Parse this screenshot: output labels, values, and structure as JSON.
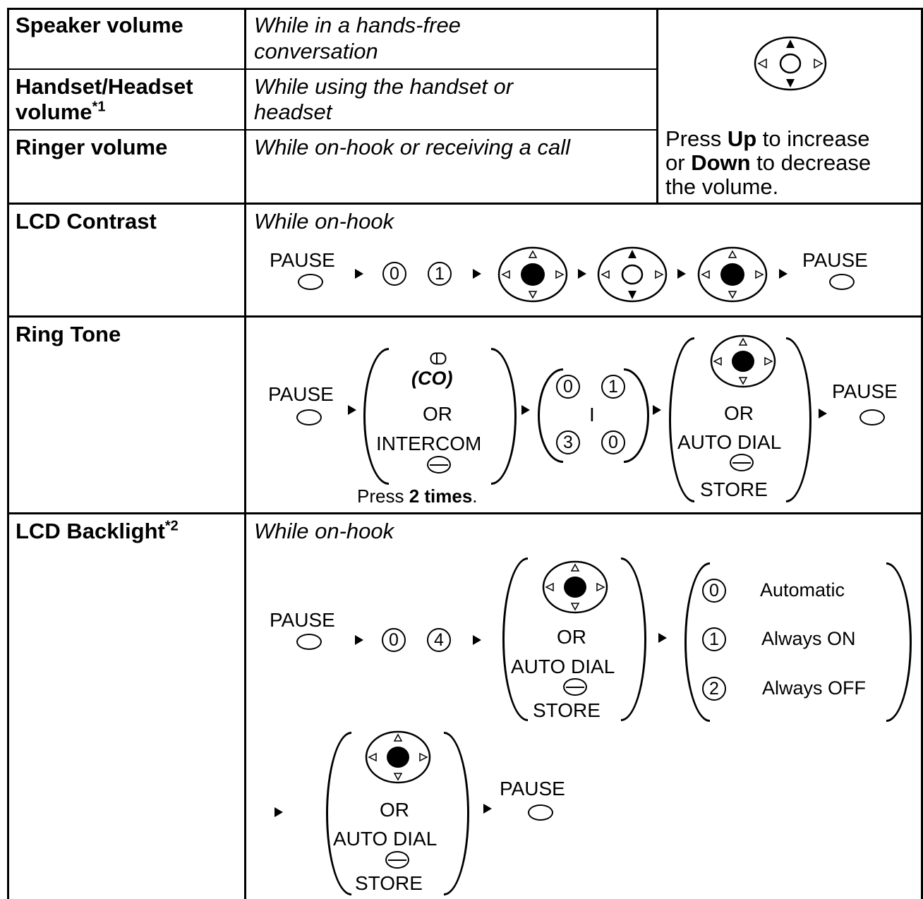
{
  "rows": {
    "speaker": {
      "label": "Speaker volume",
      "cond_line1": "While in a hands-free",
      "cond_line2": "conversation"
    },
    "handset": {
      "label_line1": "Handset/Headset",
      "label_line2": "volume",
      "note": "*1",
      "cond_line1": "While using the handset or",
      "cond_line2": "headset"
    },
    "ringer": {
      "label": "Ringer volume",
      "cond": "While on-hook or receiving a call"
    },
    "volume_instruction": {
      "line1_pre": "Press ",
      "line1_bold": "Up",
      "line1_post": " to increase",
      "line2_pre": "or ",
      "line2_bold": "Down",
      "line2_post": " to decrease",
      "line3": "the volume."
    },
    "contrast": {
      "label": "LCD Contrast",
      "cond": "While on-hook"
    },
    "ringtone": {
      "label": "Ring Tone",
      "co_label": "(CO)",
      "press_pre": "Press ",
      "press_bold": "2 times",
      "press_post": "."
    },
    "backlight": {
      "label": "LCD Backlight",
      "note": "*2",
      "cond": "While on-hook",
      "options": [
        {
          "key": "0",
          "label": "Automatic"
        },
        {
          "key": "1",
          "label": "Always ON"
        },
        {
          "key": "2",
          "label": "Always OFF"
        }
      ]
    }
  },
  "keys": {
    "pause": "PAUSE",
    "or": "OR",
    "intercom": "INTERCOM",
    "auto_dial": "AUTO DIAL",
    "store": "STORE",
    "range_sep": "I"
  },
  "digits": {
    "contrast": [
      "0",
      "1"
    ],
    "ring_first": [
      "0",
      "1"
    ],
    "ring_last": [
      "3",
      "0"
    ],
    "backlight": [
      "0",
      "4"
    ]
  }
}
